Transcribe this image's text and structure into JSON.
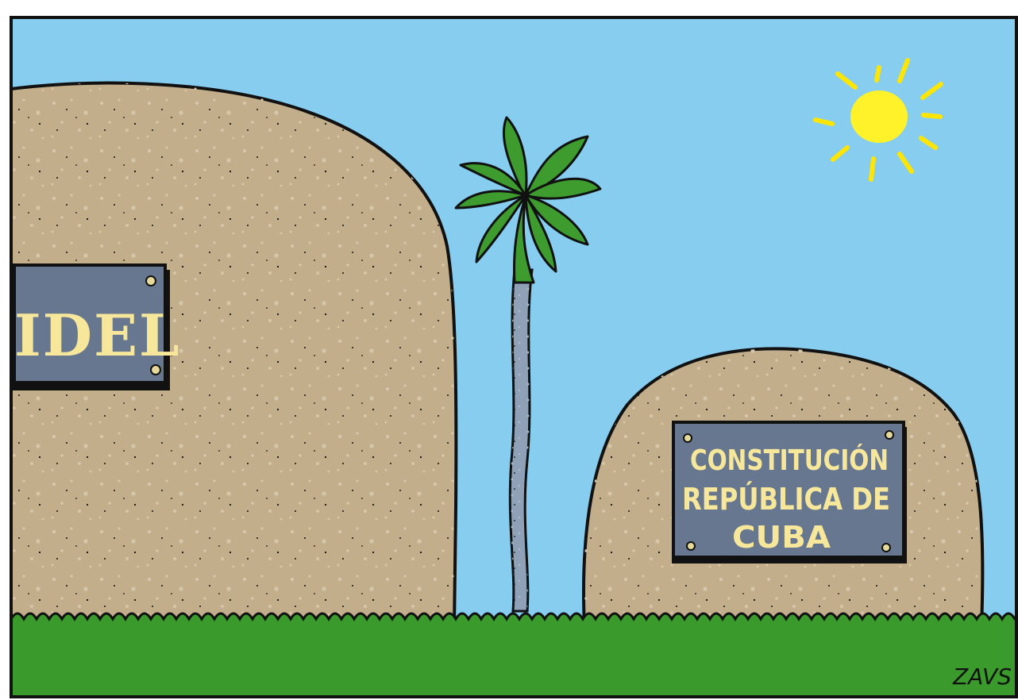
{
  "panel": {
    "sky_color": "#86cdef",
    "grass_color": "#3a9a2c",
    "rock_color": "#c2ae8b",
    "plaque_color": "#66778f",
    "plaque_text_color": "#f7e79a",
    "sun_color": "#fff22a",
    "palm_leaf_color": "#3e9c2f",
    "palm_trunk_color": "#8ea1b7"
  },
  "left_plaque": {
    "text": "IDEL"
  },
  "right_plaque": {
    "line1": "CONSTITUCIÓN",
    "line2": "REPÚBLICA DE",
    "line3": "CUBA"
  },
  "signature": {
    "text": "ZAVS"
  }
}
